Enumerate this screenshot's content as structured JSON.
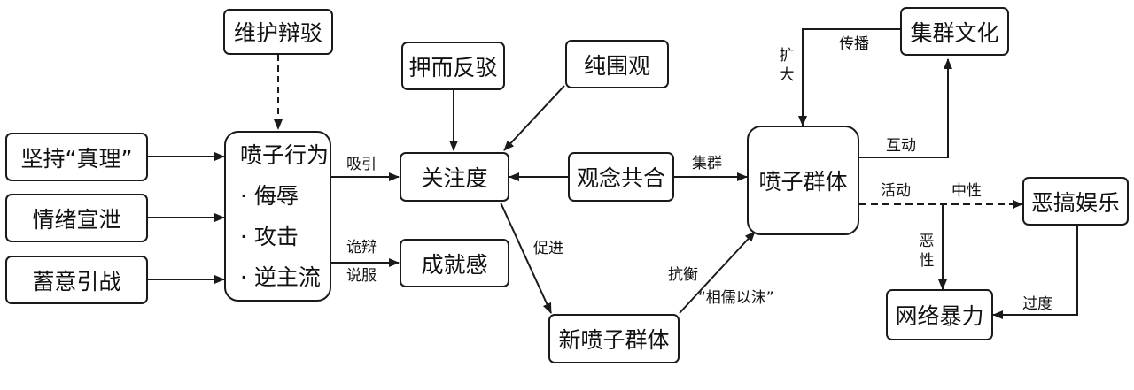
{
  "nodes": {
    "defend": "维护辩驳",
    "insist": "坚持“真理”",
    "vent": "情绪宣泄",
    "provoke": "蓄意引战",
    "spray": {
      "title": "喷子行为",
      "items": [
        "· 侮辱",
        "· 攻击",
        "· 逆主流"
      ]
    },
    "rebut": "押而反驳",
    "watch": "纯围观",
    "attention": "关注度",
    "consensus": "观念共合",
    "achievement": "成就感",
    "new_group": "新喷子群体",
    "group": "喷子群体",
    "culture": "集群文化",
    "spoof": "恶搞娱乐",
    "violence": "网络暴力"
  },
  "labels": {
    "attract": "吸引",
    "quibble_top": "诡辩",
    "quibble_bottom": "说服",
    "promote": "促进",
    "resist": "抗衡",
    "mutual": "“相儒以沫”",
    "cluster": "集群",
    "interact": "互动",
    "spread": "传播",
    "expand": "扩大",
    "activity": "活动",
    "neutral": "中性",
    "malicious": "恶性",
    "excess": "过度"
  }
}
